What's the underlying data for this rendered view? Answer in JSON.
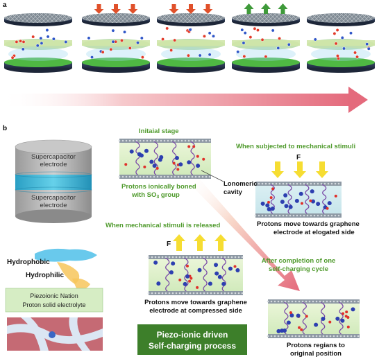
{
  "panel_a": {
    "label": "a",
    "stage_count": 5
  },
  "panel_b": {
    "label": "b",
    "cylinder": {
      "top_label": "Supercapacitor electrode",
      "bottom_label": "Supercapacitor electrode"
    },
    "hydrophobic_label": "Hydrophobic",
    "hydrophilic_label": "Hydrophilic",
    "electrolyte_box": {
      "line1": "Piezoionic Nation",
      "line2": "Proton solid electrolyte"
    },
    "initial_stage": "Initaial stage",
    "protons_boned_line1": "Protons ionically boned",
    "protons_boned_line2": "with SO",
    "protons_boned_sub": "3",
    "protons_boned_tail": " group",
    "mechanical_stimuli": "When subjected to mechanical stimuli",
    "force_label": "F",
    "lonomeric_line1": "Lonomeric",
    "lonomeric_line2": "cavity",
    "elongated_line1": "Protons move towards graphene",
    "elongated_line2": "electrode at elogated side",
    "released_label": "When  mechanical stimuli is released",
    "completion_line1": "After completion of one",
    "completion_line2": "self-charging cycle",
    "compressed_line1": "Protons move towards graphene",
    "compressed_line2": "electrode at compressed side",
    "piezo_box_line1": "Piezo-ionic driven",
    "piezo_box_line2": "Self-charging process",
    "original_line1": "Protons regians to",
    "original_line2": "original position"
  },
  "colors": {
    "green_text": "#4f9a2c",
    "piezo_box": "#3d7f2a",
    "arrow_pink": "#e46a7c",
    "arrow_yellow": "#f6dd32",
    "arrow_red": "#e0502a",
    "arrow_green": "#3f9a3a"
  }
}
